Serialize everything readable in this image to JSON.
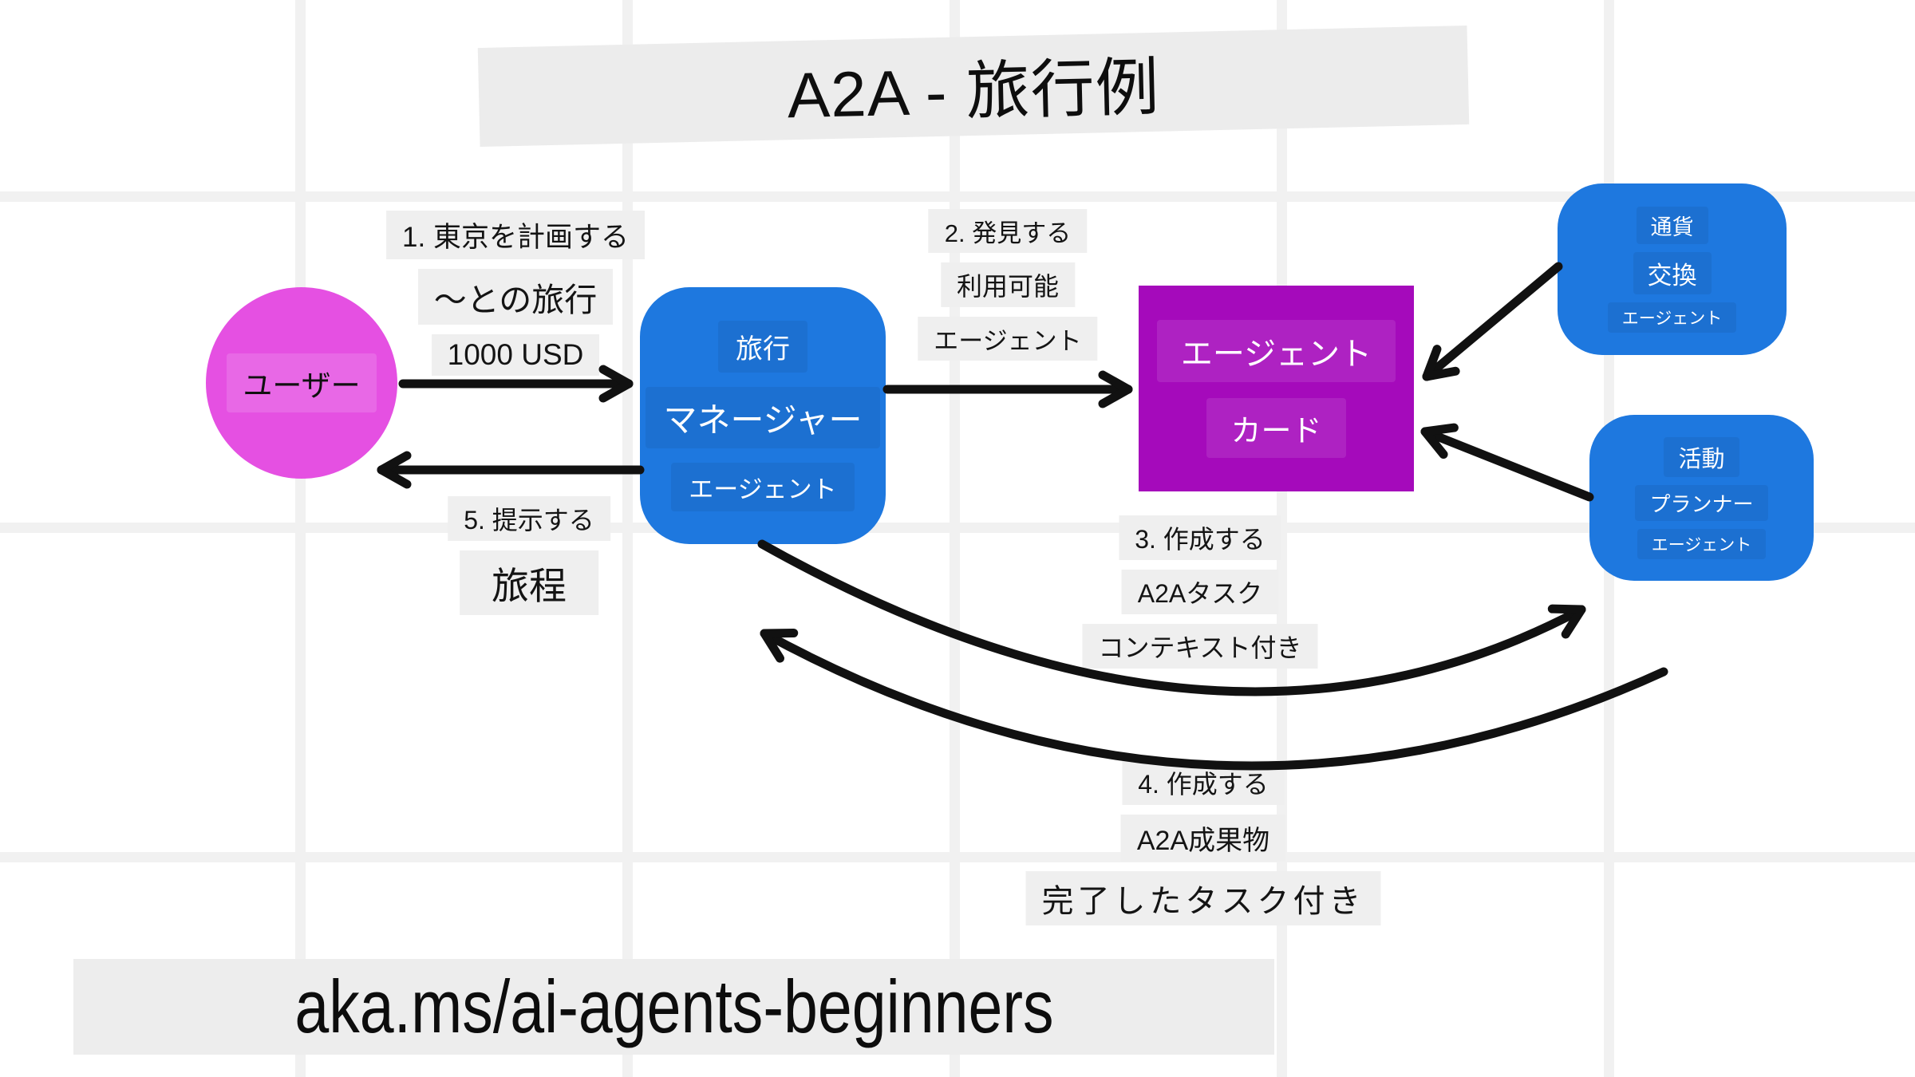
{
  "title": "A2A - 旅行例",
  "nodes": {
    "user": {
      "label": "ユーザー"
    },
    "travel_manager": {
      "lines": [
        "旅行",
        "マネージャー",
        "エージェント"
      ]
    },
    "agent_card": {
      "lines": [
        "エージェント",
        "カード"
      ]
    },
    "currency_exchange": {
      "lines": [
        "通貨",
        "交換",
        "エージェント"
      ]
    },
    "activity_planner": {
      "lines": [
        "活動",
        "プランナー",
        "エージェント"
      ]
    }
  },
  "steps": {
    "step1": {
      "lines": [
        "1. 東京を計画する",
        "～との旅行",
        "1000 USD"
      ]
    },
    "step2": {
      "lines": [
        "2. 発見する",
        "利用可能",
        "エージェント"
      ]
    },
    "step3": {
      "lines": [
        "3. 作成する",
        "A2Aタスク",
        "コンテキスト付き"
      ]
    },
    "step4": {
      "lines": [
        "4. 作成する",
        "A2A成果物",
        "完了したタスク付き"
      ]
    },
    "step5": {
      "lines": [
        "5. 提示する",
        "旅程"
      ]
    }
  },
  "footer": {
    "link": "aka.ms/ai-agents-beginners"
  },
  "colors": {
    "blue_node": "#1E78DF",
    "purple_node": "#A50ABB",
    "magenta_node": "#E550E2",
    "label_strip": "#EFEFEF",
    "grid_line": "#F1F1F1",
    "arrow": "#111111"
  }
}
